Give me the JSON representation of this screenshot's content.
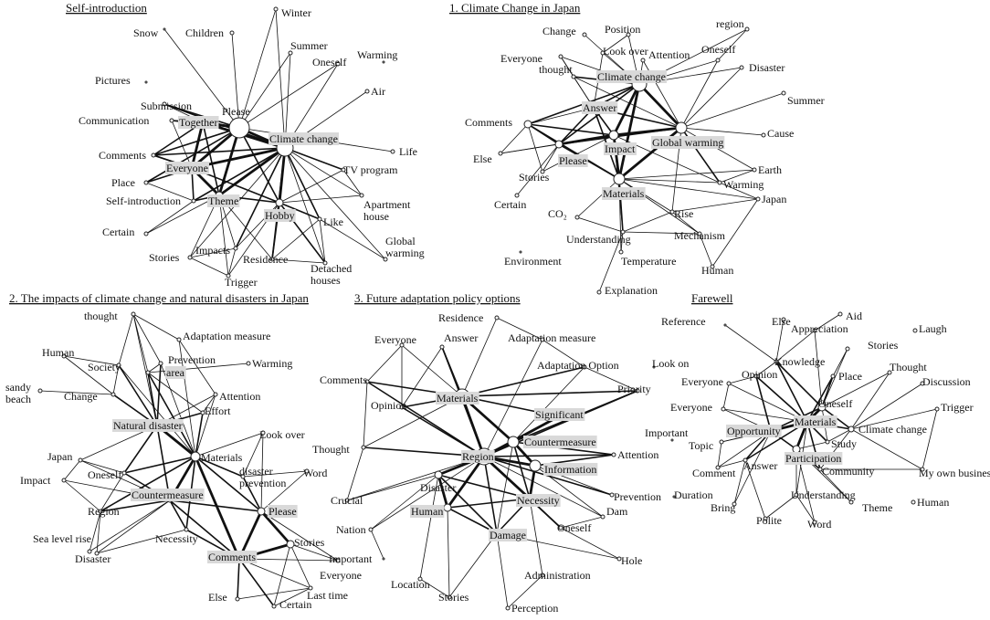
{
  "panels": [
    {
      "id": "self-introduction",
      "title": "Self-introduction",
      "nodes": [
        {
          "id": "winter",
          "label": "Winter"
        },
        {
          "id": "snow",
          "label": "Snow"
        },
        {
          "id": "children",
          "label": "Children"
        },
        {
          "id": "summer",
          "label": "Summer"
        },
        {
          "id": "oneself",
          "label": "Oneself"
        },
        {
          "id": "warming",
          "label": "Warming"
        },
        {
          "id": "pictures",
          "label": "Pictures"
        },
        {
          "id": "air",
          "label": "Air"
        },
        {
          "id": "please",
          "label": "Please"
        },
        {
          "id": "submission",
          "label": "Submission"
        },
        {
          "id": "communication",
          "label": "Communication"
        },
        {
          "id": "together",
          "label": "Together",
          "hl": true
        },
        {
          "id": "climate",
          "label": "Climate change",
          "hl": true
        },
        {
          "id": "life",
          "label": "Life"
        },
        {
          "id": "comments",
          "label": "Comments"
        },
        {
          "id": "everyone",
          "label": "Everyone",
          "hl": true
        },
        {
          "id": "tv",
          "label": "TV program"
        },
        {
          "id": "place",
          "label": "Place"
        },
        {
          "id": "selfintro",
          "label": "Self-introduction"
        },
        {
          "id": "theme",
          "label": "Theme",
          "hl": true
        },
        {
          "id": "apartment",
          "label": "Apartment house"
        },
        {
          "id": "hobby",
          "label": "Hobby",
          "hl": true
        },
        {
          "id": "like",
          "label": "Like"
        },
        {
          "id": "certain",
          "label": "Certain"
        },
        {
          "id": "global",
          "label": "Global warming"
        },
        {
          "id": "stories",
          "label": "Stories"
        },
        {
          "id": "impacts",
          "label": "Impacts"
        },
        {
          "id": "residence",
          "label": "Residence"
        },
        {
          "id": "detached",
          "label": "Detached houses"
        },
        {
          "id": "trigger",
          "label": "Trigger"
        }
      ]
    },
    {
      "id": "climate-change-in-japan",
      "title": "1. Climate Change in Japan",
      "nodes": [
        {
          "id": "change",
          "label": "Change"
        },
        {
          "id": "position",
          "label": "Position"
        },
        {
          "id": "region",
          "label": "region"
        },
        {
          "id": "everyone",
          "label": "Everyone"
        },
        {
          "id": "lookover",
          "label": "Look over"
        },
        {
          "id": "attention",
          "label": "Attention"
        },
        {
          "id": "oneself",
          "label": "Oneself"
        },
        {
          "id": "thought",
          "label": "thought"
        },
        {
          "id": "climate",
          "label": "Climate change",
          "hl": true
        },
        {
          "id": "disaster",
          "label": "Disaster"
        },
        {
          "id": "answer",
          "label": "Answer",
          "hl": true
        },
        {
          "id": "summer",
          "label": "Summer"
        },
        {
          "id": "comments",
          "label": "Comments"
        },
        {
          "id": "impact",
          "label": "Impact",
          "hl": true
        },
        {
          "id": "global",
          "label": "Global warming",
          "hl": true
        },
        {
          "id": "cause",
          "label": "Cause"
        },
        {
          "id": "else",
          "label": "Else"
        },
        {
          "id": "please",
          "label": "Please",
          "hl": true
        },
        {
          "id": "stories",
          "label": "Stories"
        },
        {
          "id": "earth",
          "label": "Earth"
        },
        {
          "id": "warming",
          "label": "Warming"
        },
        {
          "id": "materials",
          "label": "Materials",
          "hl": true
        },
        {
          "id": "certain",
          "label": "Certain"
        },
        {
          "id": "japan",
          "label": "Japan"
        },
        {
          "id": "co2",
          "label": "CO₂"
        },
        {
          "id": "rise",
          "label": "Rise"
        },
        {
          "id": "understanding",
          "label": "Understanding"
        },
        {
          "id": "mechanism",
          "label": "Mechanism"
        },
        {
          "id": "environment",
          "label": "Environment"
        },
        {
          "id": "temperature",
          "label": "Temperature"
        },
        {
          "id": "human",
          "label": "Human"
        },
        {
          "id": "explanation",
          "label": "Explanation"
        }
      ]
    },
    {
      "id": "impacts-natural-disasters",
      "title": "2. The impacts of climate change and natural disasters in Japan",
      "nodes": [
        {
          "id": "thought",
          "label": "thought"
        },
        {
          "id": "adaptation",
          "label": "Adaptation measure"
        },
        {
          "id": "human",
          "label": "Human"
        },
        {
          "id": "prevention",
          "label": "Prevention"
        },
        {
          "id": "society",
          "label": "Society"
        },
        {
          "id": "area",
          "label": "area",
          "hl": true
        },
        {
          "id": "warming",
          "label": "Warming"
        },
        {
          "id": "sandy",
          "label": "sandy beach"
        },
        {
          "id": "change",
          "label": "Change"
        },
        {
          "id": "attention",
          "label": "Attention"
        },
        {
          "id": "effort",
          "label": "Effort"
        },
        {
          "id": "natural",
          "label": "Natural disaster",
          "hl": true
        },
        {
          "id": "lookover",
          "label": "Look over"
        },
        {
          "id": "japan",
          "label": "Japan"
        },
        {
          "id": "materials",
          "label": "Materials"
        },
        {
          "id": "impact",
          "label": "Impact"
        },
        {
          "id": "oneself",
          "label": "Oneself"
        },
        {
          "id": "disprev",
          "label": "disaster prevention"
        },
        {
          "id": "word",
          "label": "Word"
        },
        {
          "id": "counter",
          "label": "Countermeasure",
          "hl": true
        },
        {
          "id": "region",
          "label": "Region"
        },
        {
          "id": "please",
          "label": "Please",
          "hl": true
        },
        {
          "id": "necessity",
          "label": "Necessity"
        },
        {
          "id": "sealevel",
          "label": "Sea level rise"
        },
        {
          "id": "stories",
          "label": "Stories"
        },
        {
          "id": "disaster",
          "label": "Disaster"
        },
        {
          "id": "comments",
          "label": "Comments",
          "hl": true
        },
        {
          "id": "everyone",
          "label": "Everyone"
        },
        {
          "id": "else",
          "label": "Else"
        },
        {
          "id": "lasttime",
          "label": "Last time"
        },
        {
          "id": "certain",
          "label": "Certain"
        }
      ]
    },
    {
      "id": "future-adaptation-policy",
      "title": "3. Future adaptation policy options",
      "nodes": [
        {
          "id": "residence",
          "label": "Residence"
        },
        {
          "id": "everyone",
          "label": "Everyone"
        },
        {
          "id": "answer",
          "label": "Answer"
        },
        {
          "id": "adaptation",
          "label": "Adaptation measure"
        },
        {
          "id": "adoption",
          "label": "Adaptation Option"
        },
        {
          "id": "comments",
          "label": "Comments"
        },
        {
          "id": "priority",
          "label": "Priority"
        },
        {
          "id": "materials",
          "label": "Materials",
          "hl": true
        },
        {
          "id": "opinion",
          "label": "Opinion"
        },
        {
          "id": "significant",
          "label": "Significant",
          "hl": true
        },
        {
          "id": "counter",
          "label": "Countermeasure",
          "hl": true
        },
        {
          "id": "thought",
          "label": "Thought"
        },
        {
          "id": "region",
          "label": "Region",
          "hl": true
        },
        {
          "id": "attention",
          "label": "Attention"
        },
        {
          "id": "information",
          "label": "Information",
          "hl": true
        },
        {
          "id": "disaster",
          "label": "Disaster"
        },
        {
          "id": "prevention",
          "label": "Prevention"
        },
        {
          "id": "crucial",
          "label": "Crucial"
        },
        {
          "id": "necessity",
          "label": "Necessity",
          "hl": true
        },
        {
          "id": "human",
          "label": "Human",
          "hl": true
        },
        {
          "id": "dam",
          "label": "Dam"
        },
        {
          "id": "nation",
          "label": "Nation"
        },
        {
          "id": "damage",
          "label": "Damage",
          "hl": true
        },
        {
          "id": "oneself",
          "label": "Oneself"
        },
        {
          "id": "important",
          "label": "Important"
        },
        {
          "id": "hole",
          "label": "Hole"
        },
        {
          "id": "location",
          "label": "Location"
        },
        {
          "id": "administration",
          "label": "Administration"
        },
        {
          "id": "stories",
          "label": "Stories"
        },
        {
          "id": "perception",
          "label": "Perception"
        }
      ]
    },
    {
      "id": "farewell",
      "title": "Farewell",
      "nodes": [
        {
          "id": "reference",
          "label": "Reference"
        },
        {
          "id": "else",
          "label": "Else"
        },
        {
          "id": "aid",
          "label": "Aid"
        },
        {
          "id": "appreciation",
          "label": "Appreciation"
        },
        {
          "id": "laugh",
          "label": "Laugh"
        },
        {
          "id": "stories",
          "label": "Stories"
        },
        {
          "id": "knowledge",
          "label": "Knowledge"
        },
        {
          "id": "lookon",
          "label": "Look on"
        },
        {
          "id": "opinion",
          "label": "Opinion"
        },
        {
          "id": "place",
          "label": "Place"
        },
        {
          "id": "thought",
          "label": "Thought"
        },
        {
          "id": "everyone1",
          "label": "Everyone"
        },
        {
          "id": "discussion",
          "label": "Discussion"
        },
        {
          "id": "oneself",
          "label": "Oneself"
        },
        {
          "id": "everyone2",
          "label": "Everyone"
        },
        {
          "id": "trigger",
          "label": "Trigger"
        },
        {
          "id": "materials",
          "label": "Materials",
          "hl": true
        },
        {
          "id": "important",
          "label": "Important"
        },
        {
          "id": "opportunity",
          "label": "Opportunity",
          "hl": true
        },
        {
          "id": "climate",
          "label": "Climate change"
        },
        {
          "id": "topic",
          "label": "Topic"
        },
        {
          "id": "study",
          "label": "Study"
        },
        {
          "id": "participation",
          "label": "Participation",
          "hl": true
        },
        {
          "id": "answer",
          "label": "Answer"
        },
        {
          "id": "comment",
          "label": "Comment"
        },
        {
          "id": "community",
          "label": "Community"
        },
        {
          "id": "business",
          "label": "My own business"
        },
        {
          "id": "duration",
          "label": "Duration"
        },
        {
          "id": "understanding",
          "label": "Understanding"
        },
        {
          "id": "theme",
          "label": "Theme"
        },
        {
          "id": "bring",
          "label": "Bring"
        },
        {
          "id": "human",
          "label": "Human"
        },
        {
          "id": "polite",
          "label": "Polite"
        },
        {
          "id": "word",
          "label": "Word"
        }
      ]
    }
  ]
}
